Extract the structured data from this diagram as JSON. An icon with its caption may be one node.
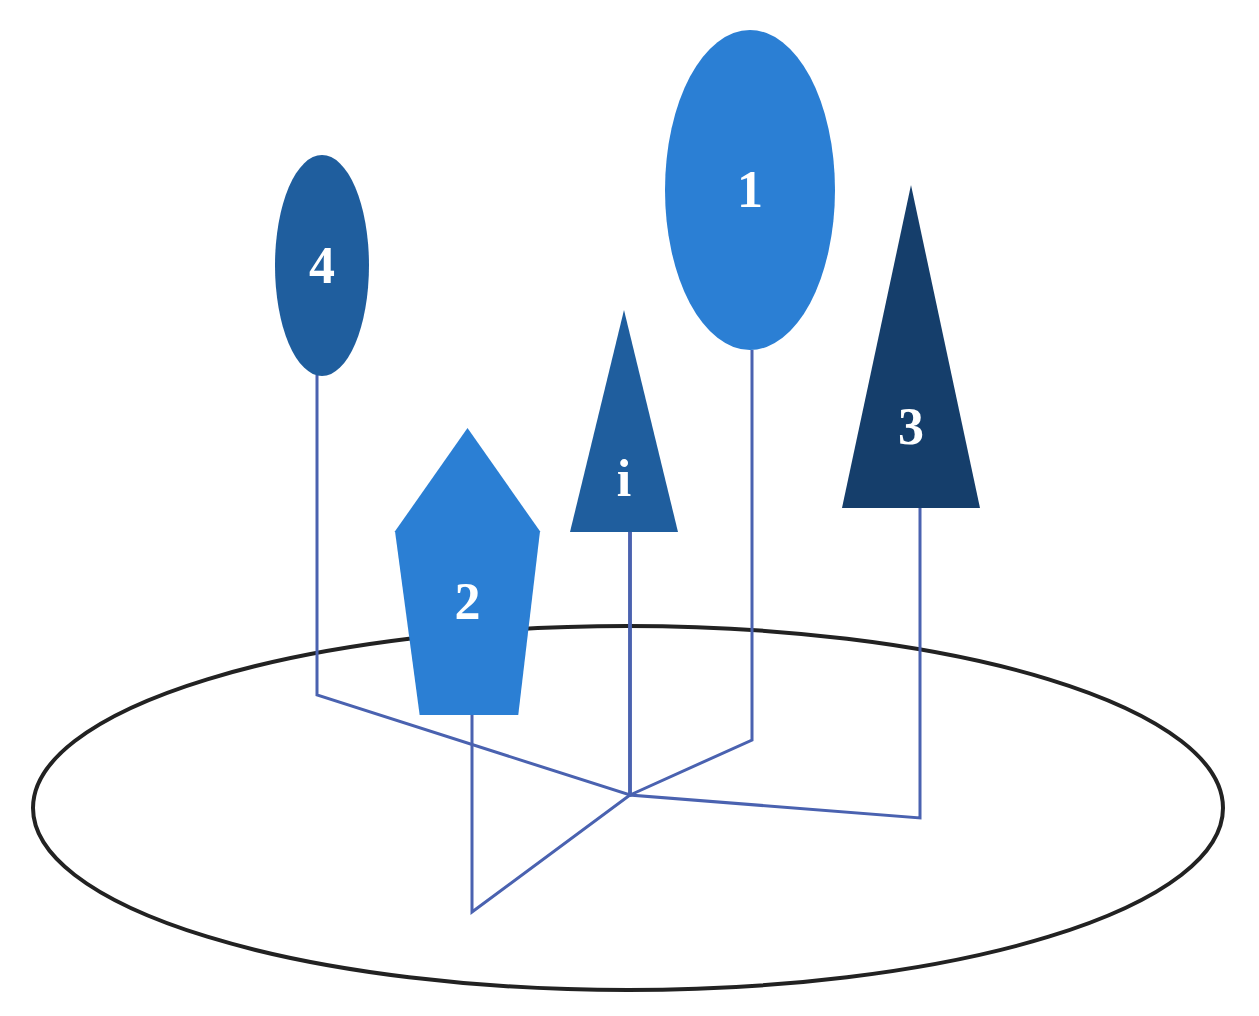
{
  "diagram": {
    "nodes": [
      {
        "text": [
          "4"
        ]
      },
      {
        "text": [
          "2"
        ]
      },
      {
        "text": [
          "i"
        ]
      },
      {
        "text": [
          "1"
        ]
      },
      {
        "text": [
          "3"
        ]
      }
    ],
    "edges": [
      {
        "from": 0,
        "to": 2,
        "arrow": "none"
      },
      {
        "from": 1,
        "to": 2,
        "arrow": "none"
      },
      {
        "from": 3,
        "to": 2,
        "arrow": "none"
      },
      {
        "from": 4,
        "to": 2,
        "arrow": "none"
      }
    ]
  }
}
